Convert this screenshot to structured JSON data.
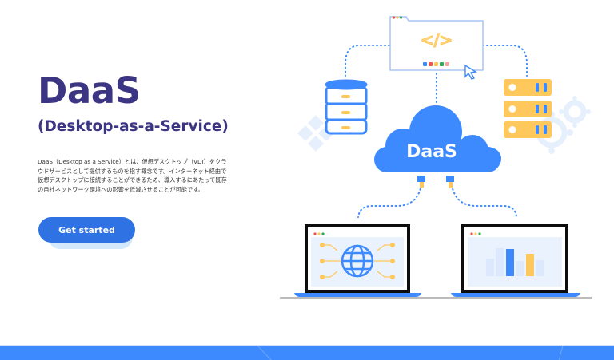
{
  "hero": {
    "title": "DaaS",
    "subtitle": "(Desktop-as-a-Service)",
    "description": "DaaS（Desktop as a Service）とは、仮想デスクトップ（VDI）をクラウドサービスとして提供するものを指す概念です。インターネット経由で仮想デスクトップに接続することができるため、導入するにあたって既存の自社ネットワーク環境への影響を低減させることが可能です。",
    "cta_label": "Get started"
  },
  "illustration": {
    "cloud_label": "DaaS",
    "code_glyph": "</>",
    "colors": {
      "primary_blue": "#3d8afe",
      "accent_yellow": "#ffc85c",
      "light_blue": "#e6f0fd",
      "title_purple": "#3b3583",
      "button_blue": "#2e72e4"
    },
    "window_dots": [
      "#ef5350",
      "#ffc85c",
      "#34a853"
    ],
    "palette_dots": [
      "#3d8afe",
      "#ef5350",
      "#ffc85c",
      "#34a853",
      "#f4a49a"
    ],
    "chart_bars": [
      {
        "height": 22,
        "color": "#e6f0fd"
      },
      {
        "height": 35,
        "color": "#e6f0fd"
      },
      {
        "height": 45,
        "color": "#3d8afe"
      },
      {
        "height": 27,
        "color": "#e6f0fd"
      },
      {
        "height": 38,
        "color": "#ffc85c"
      },
      {
        "height": 28,
        "color": "#e6f0fd"
      }
    ]
  }
}
